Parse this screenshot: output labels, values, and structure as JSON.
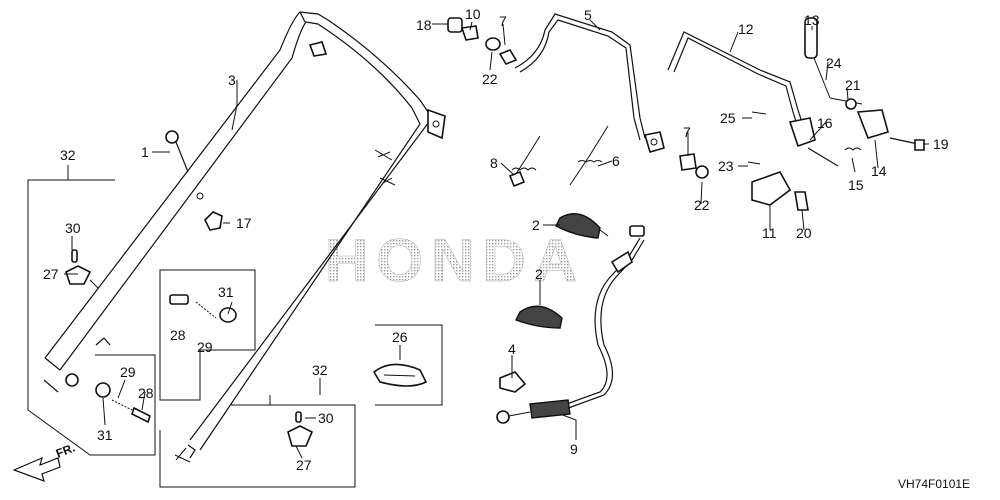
{
  "diagram": {
    "brand_watermark": "HONDA",
    "figure_ref": "VH74F0101E",
    "direction_label": "FR.",
    "callouts": {
      "c1": "1",
      "c2a": "2",
      "c2b": "2",
      "c3": "3",
      "c4": "4",
      "c5": "5",
      "c6": "6",
      "c7a": "7",
      "c7b": "7",
      "c8": "8",
      "c9": "9",
      "c10": "10",
      "c11": "11",
      "c12": "12",
      "c13": "13",
      "c14": "14",
      "c15": "15",
      "c16": "16",
      "c17": "17",
      "c18": "18",
      "c19": "19",
      "c20": "20",
      "c21": "21",
      "c22a": "22",
      "c22b": "22",
      "c23": "23",
      "c24": "24",
      "c25": "25",
      "c26": "26",
      "c27a": "27",
      "c27b": "27",
      "c28a": "28",
      "c28b": "28",
      "c29a": "29",
      "c29b": "29",
      "c30a": "30",
      "c30b": "30",
      "c31a": "31",
      "c31b": "31",
      "c32a": "32",
      "c32b": "32"
    }
  }
}
